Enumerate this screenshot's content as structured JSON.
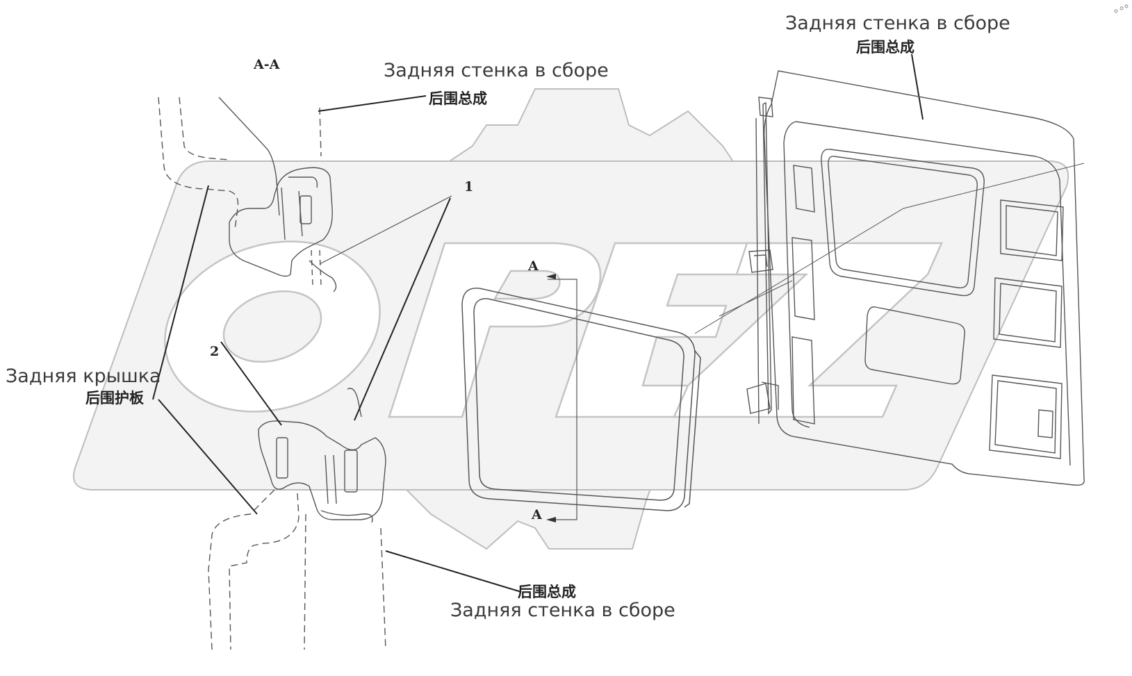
{
  "diagram": {
    "section_label": "A-A",
    "section_arrow_top": "A",
    "section_arrow_bottom": "A",
    "callout_1": "1",
    "callout_2": "2",
    "labels": {
      "top_right_ru": "Задняя стенка в сборе",
      "top_right_cn": "后围总成",
      "top_mid_ru": "Задняя стенка в сборе",
      "top_mid_cn": "后围总成",
      "left_ru": "Задняя крышка",
      "left_cn": "后围护板",
      "bottom_cn": "后围总成",
      "bottom_ru": "Задняя стенка в сборе"
    },
    "colors": {
      "line": "#4a4a4a",
      "watermark_fill": "#f1f1f1",
      "watermark_stroke": "#b9b9b9"
    }
  }
}
